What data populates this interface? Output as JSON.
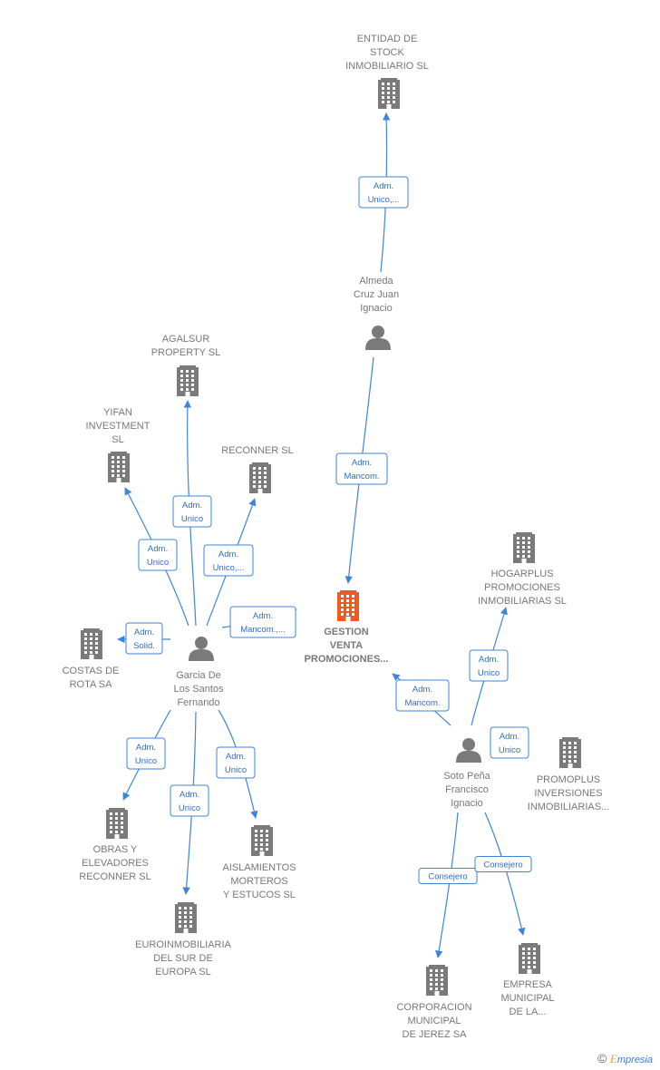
{
  "colors": {
    "company": "#7a7a7a",
    "main_company": "#f05a22",
    "person": "#7a7a7a",
    "edge": "#3d85d8",
    "label_text": "#777777"
  },
  "nodes": [
    {
      "id": "entidad",
      "type": "company",
      "lines": [
        "ENTIDAD DE",
        "STOCK",
        "INMOBILIARIO SL"
      ]
    },
    {
      "id": "almeda",
      "type": "person",
      "lines": [
        "Almeda",
        "Cruz Juan",
        "Ignacio"
      ]
    },
    {
      "id": "agalsur",
      "type": "company",
      "lines": [
        "AGALSUR",
        "PROPERTY  SL"
      ]
    },
    {
      "id": "yifan",
      "type": "company",
      "lines": [
        "YIFAN",
        "INVESTMENT",
        "SL"
      ]
    },
    {
      "id": "reconner",
      "type": "company",
      "lines": [
        "RECONNER SL"
      ]
    },
    {
      "id": "gestion",
      "type": "main",
      "lines": [
        "GESTION",
        "VENTA",
        "PROMOCIONES..."
      ]
    },
    {
      "id": "hogarplus",
      "type": "company",
      "lines": [
        "HOGARPLUS",
        "PROMOCIONES",
        "INMOBILIARIAS SL"
      ]
    },
    {
      "id": "costas",
      "type": "company",
      "lines": [
        "COSTAS DE",
        "ROTA SA"
      ]
    },
    {
      "id": "garcia",
      "type": "person",
      "lines": [
        "Garcia De",
        "Los Santos",
        "Fernando"
      ]
    },
    {
      "id": "soto",
      "type": "person",
      "lines": [
        "Soto Peña",
        "Francisco",
        "Ignacio"
      ]
    },
    {
      "id": "promoplus",
      "type": "company",
      "lines": [
        "PROMOPLUS",
        "INVERSIONES",
        "INMOBILIARIAS..."
      ]
    },
    {
      "id": "obras",
      "type": "company",
      "lines": [
        "OBRAS Y",
        "ELEVADORES",
        "RECONNER SL"
      ]
    },
    {
      "id": "aislamientos",
      "type": "company",
      "lines": [
        "AISLAMIENTOS",
        "MORTEROS",
        "Y ESTUCOS  SL"
      ]
    },
    {
      "id": "euroinmobiliaria",
      "type": "company",
      "lines": [
        "EUROINMOBILIARIA",
        "DEL SUR DE",
        "EUROPA  SL"
      ]
    },
    {
      "id": "corporacion",
      "type": "company",
      "lines": [
        "CORPORACION",
        "MUNICIPAL",
        "DE JEREZ SA"
      ]
    },
    {
      "id": "empresa",
      "type": "company",
      "lines": [
        "EMPRESA",
        "MUNICIPAL",
        "DE LA..."
      ]
    }
  ],
  "relations": [
    {
      "id": "r_almeda_entidad",
      "from": "almeda",
      "to": "entidad",
      "lines": [
        "Adm.",
        "Unico,..."
      ]
    },
    {
      "id": "r_almeda_gestion",
      "from": "almeda",
      "to": "gestion",
      "lines": [
        "Adm.",
        "Mancom."
      ]
    },
    {
      "id": "r_garcia_agalsur",
      "from": "garcia",
      "to": "agalsur",
      "lines": [
        "Adm.",
        "Unico"
      ]
    },
    {
      "id": "r_garcia_yifan",
      "from": "garcia",
      "to": "yifan",
      "lines": [
        "Adm.",
        "Unico"
      ]
    },
    {
      "id": "r_garcia_reconner",
      "from": "garcia",
      "to": "reconner",
      "lines": [
        "Adm.",
        "Unico,..."
      ]
    },
    {
      "id": "r_garcia_gestion",
      "from": "garcia",
      "to": "gestion",
      "lines": [
        "Adm.",
        "Mancom.,..."
      ]
    },
    {
      "id": "r_garcia_costas",
      "from": "garcia",
      "to": "costas",
      "lines": [
        "Adm.",
        "Solid."
      ]
    },
    {
      "id": "r_garcia_obras",
      "from": "garcia",
      "to": "obras",
      "lines": [
        "Adm.",
        "Unico"
      ]
    },
    {
      "id": "r_garcia_euro",
      "from": "garcia",
      "to": "euroinmobiliaria",
      "lines": [
        "Adm.",
        "Unico"
      ]
    },
    {
      "id": "r_garcia_aisl",
      "from": "garcia",
      "to": "aislamientos",
      "lines": [
        "Adm.",
        "Unico"
      ]
    },
    {
      "id": "r_soto_gestion",
      "from": "soto",
      "to": "gestion",
      "lines": [
        "Adm.",
        "Mancom."
      ]
    },
    {
      "id": "r_soto_hogar",
      "from": "soto",
      "to": "hogarplus",
      "lines": [
        "Adm.",
        "Unico"
      ]
    },
    {
      "id": "r_soto_promo",
      "from": "soto",
      "to": "promoplus",
      "lines": [
        "Adm.",
        "Unico"
      ]
    },
    {
      "id": "r_soto_corp",
      "from": "soto",
      "to": "corporacion",
      "lines": [
        "Consejero"
      ]
    },
    {
      "id": "r_soto_empresa",
      "from": "soto",
      "to": "empresa",
      "lines": [
        "Consejero"
      ]
    }
  ],
  "copyright": {
    "symbol": "©",
    "brand_initial": "E",
    "brand_rest": "mpresia"
  }
}
